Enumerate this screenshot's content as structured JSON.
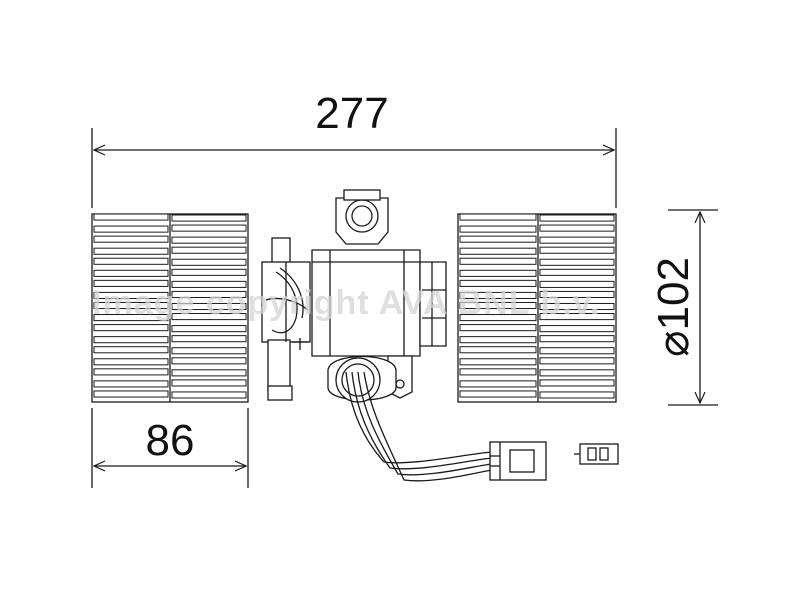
{
  "dimensions": {
    "overall_length": "277",
    "wheel_width": "86",
    "diameter": "⌀102"
  },
  "watermark": "Image copyright AVA BNL b.v."
}
